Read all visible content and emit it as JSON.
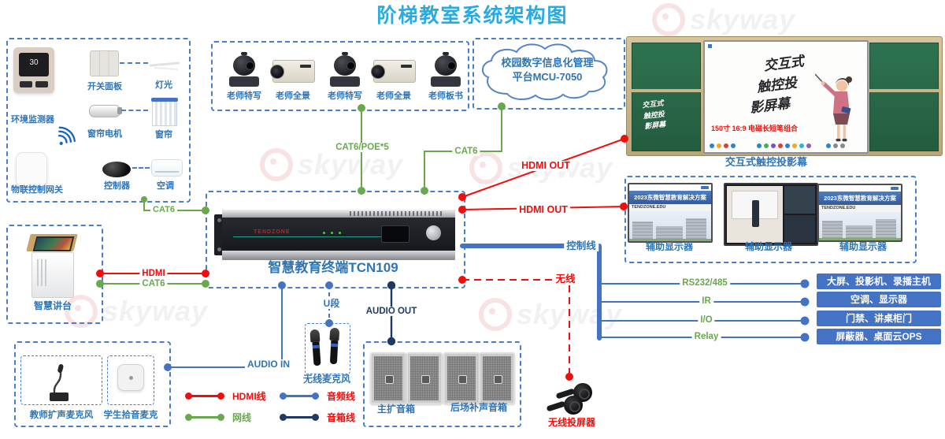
{
  "title": {
    "text": "阶梯教室系统架构图"
  },
  "watermark": {
    "text": "skyway"
  },
  "colors": {
    "title": "#29ABE2",
    "label_blue": "#2E75B6",
    "green": "#6aa84f",
    "red": "#f20d0d",
    "audio_blue": "#4472C4",
    "navy": "#1F3864",
    "target_box": "#4472C4"
  },
  "iot": {
    "thermostat_value": "30",
    "items": [
      "环境监测器",
      "开关面板",
      "灯光",
      "窗帘电机",
      "窗帘",
      "物联控制网关",
      "控制器",
      "空调"
    ]
  },
  "cameras": {
    "labels": [
      "老师特写",
      "老师全景",
      "老师特写",
      "老师全景",
      "老师板书"
    ]
  },
  "cloud": {
    "line1": "校园数字信息化管理",
    "line2": "平台MCU-7050"
  },
  "screen": {
    "caption": "交互式触控投影幕",
    "script": [
      "交互式",
      "触控投",
      "影屏幕"
    ],
    "spec": "150寸 16:9 电磁长短笔组合"
  },
  "aux": {
    "caption": "辅助显示器",
    "slide_title": "2023东微智慧教育解决方案",
    "slide_domain": "TENDZONE.EDU"
  },
  "terminal": {
    "brand": "TENDZONE",
    "caption": "智慧教育终端TCN109"
  },
  "lectern": {
    "caption": "智慧讲台"
  },
  "mics": {
    "teacher": "教师扩声麦克风",
    "student": "学生拾音麦克"
  },
  "wireless_mic": {
    "caption": "无线麦克风",
    "band": "U段"
  },
  "speakers": {
    "main": "主扩音箱",
    "rear": "后场补声音箱"
  },
  "dongle": {
    "caption": "无线投屏器"
  },
  "links": {
    "iot_cat6": "CAT6",
    "camera_cat6": "CAT6/POE*5",
    "cloud_cat6": "CAT6",
    "lectern_hdmi": "HDMI",
    "lectern_cat6": "CAT6",
    "hdmi_out_screen": "HDMI OUT",
    "hdmi_out_aux": "HDMI OUT",
    "control": "控制线",
    "wireless": "无线",
    "audio_in": "AUDIO IN",
    "audio_out": "AUDIO OUT"
  },
  "branches": [
    {
      "port": "RS232/485",
      "target": "大屏、投影机、录播主机"
    },
    {
      "port": "IR",
      "target": "空调、显示器"
    },
    {
      "port": "I/O",
      "target": "门禁、讲桌柜门"
    },
    {
      "port": "Relay",
      "target": "屏蔽器、桌面云OPS"
    }
  ],
  "legend": [
    {
      "label": "HDMI线"
    },
    {
      "label": "网线"
    },
    {
      "label": "音频线"
    },
    {
      "label": "音箱线"
    }
  ]
}
